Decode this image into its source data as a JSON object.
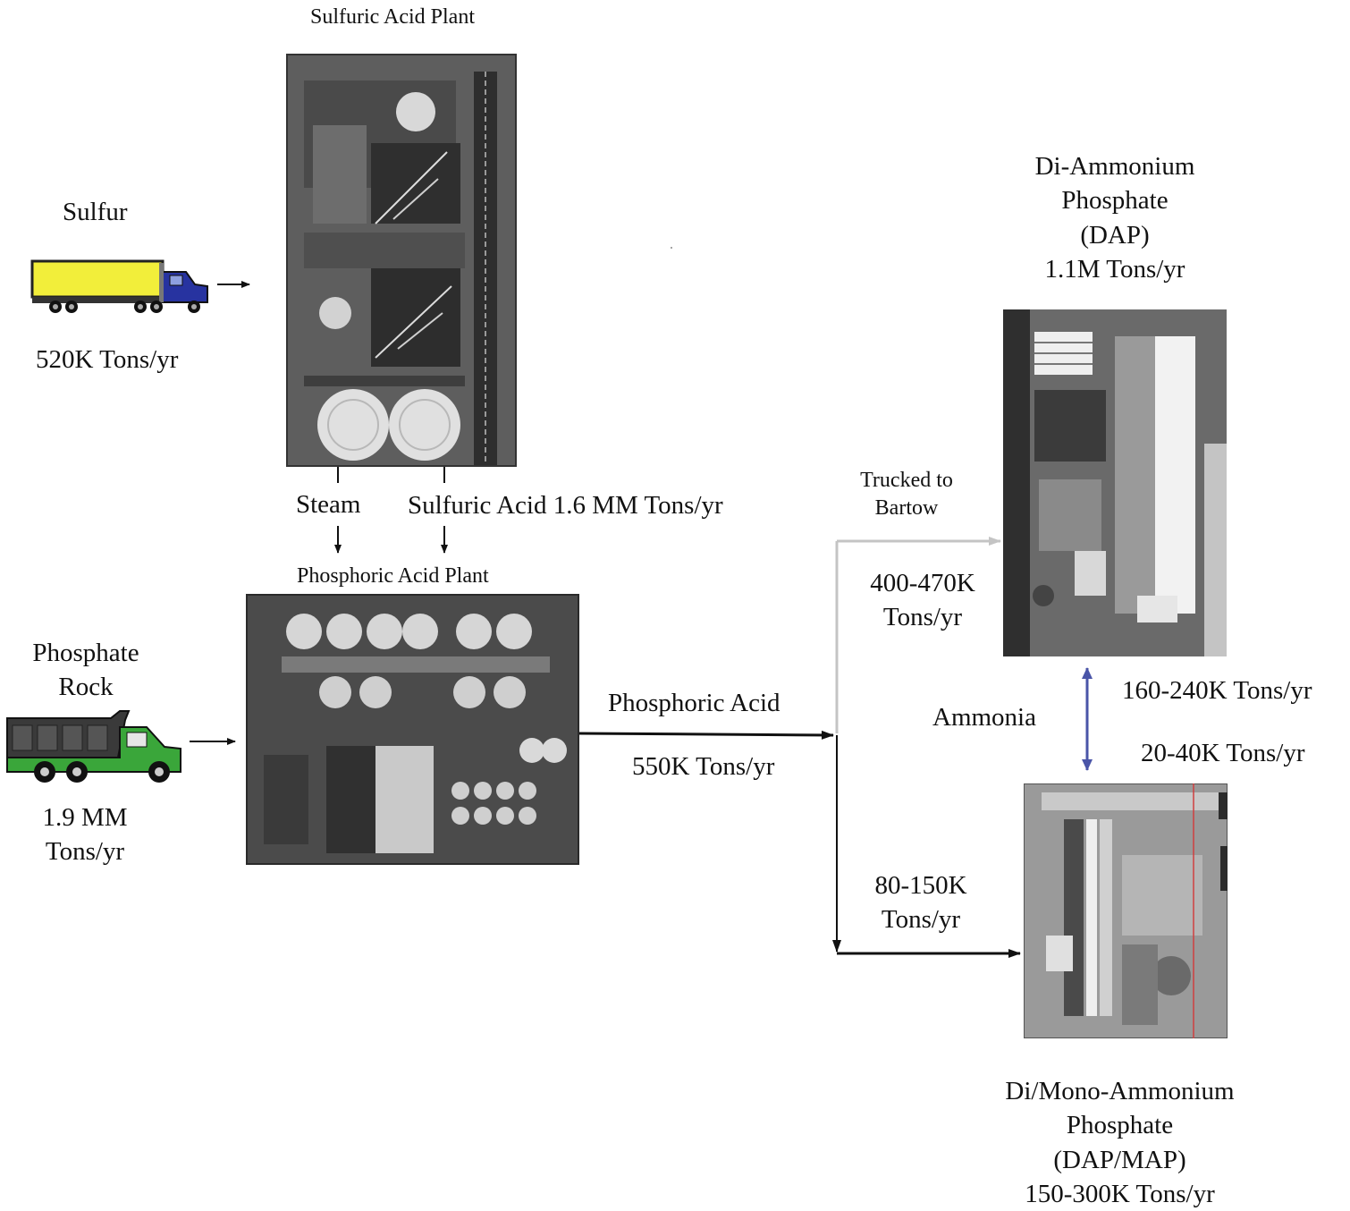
{
  "sulfuric_plant": {
    "label": "Sulfuric Acid Plant"
  },
  "sulfur": {
    "label": "Sulfur",
    "rate": "520K Tons/yr"
  },
  "steam": {
    "label": "Steam"
  },
  "sulfuric_acid_flow": {
    "label": "Sulfuric Acid 1.6 MM Tons/yr"
  },
  "phosphoric_plant": {
    "label": "Phosphoric Acid Plant"
  },
  "phosphate_rock": {
    "line1": "Phosphate",
    "line2": "Rock",
    "rate1": "1.9 MM",
    "rate2": "Tons/yr"
  },
  "phosphoric_acid_flow": {
    "label": "Phosphoric Acid",
    "rate": "550K Tons/yr"
  },
  "trucked": {
    "line1": "Trucked to",
    "line2": "Bartow"
  },
  "to_dap": {
    "rate1": "400-470K",
    "rate2": "Tons/yr"
  },
  "to_dapmap": {
    "rate1": "80-150K",
    "rate2": "Tons/yr"
  },
  "dap": {
    "line1": "Di-Ammonium",
    "line2": "Phosphate",
    "line3": "(DAP)",
    "line4": "1.1M Tons/yr"
  },
  "ammonia": {
    "label": "Ammonia",
    "rate_up": "160-240K Tons/yr",
    "rate_down": "20-40K Tons/yr"
  },
  "dapmap": {
    "line1": "Di/Mono-Ammonium",
    "line2": "Phosphate",
    "line3": "(DAP/MAP)",
    "line4": "150-300K Tons/yr"
  },
  "colors": {
    "arrow": "#111111",
    "trucked_arrow": "#c4c4c4",
    "ammonia_arrow": "#4a55a8",
    "sulfur_truck": "#f2ee3a",
    "rock_truck": "#3aa63a"
  }
}
